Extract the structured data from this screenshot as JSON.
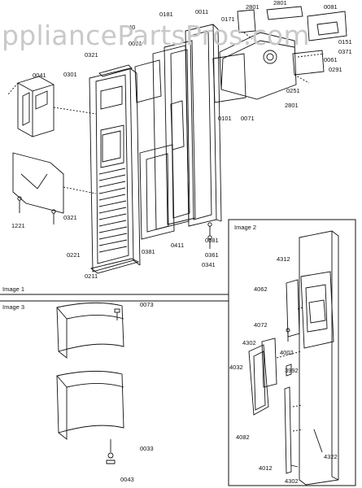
{
  "watermark": "ppliancePartsPros.com",
  "panels": {
    "image1": "Image 1",
    "image2": "Image 2",
    "image3": "Image 3"
  },
  "callouts": {
    "p0181": "0181",
    "p0011": "0011",
    "p2801a": "2801",
    "p2801b": "2801",
    "p0081": "0081",
    "p40": "40",
    "p0091": "0091",
    "p0171": "0171",
    "p0151": "0151",
    "p0321a": "0321",
    "p0371": "0371",
    "p0041": "0041",
    "p0301": "0301",
    "p0061": "0061",
    "p0291": "0291",
    "p0251": "0251",
    "p2801c": "2801",
    "p0101": "0101",
    "p0071": "0071",
    "p0321b": "0321",
    "p1221": "1221",
    "p0221": "0221",
    "p0381": "0381",
    "p0411": "0411",
    "p0081b": "0081",
    "p0361": "0361",
    "p0211": "0211",
    "p0341": "0341",
    "p0073": "0073",
    "p0033": "0033",
    "p0043": "0043",
    "p4312": "4312",
    "p4062": "4062",
    "p4072": "4072",
    "p4302a": "4302",
    "p4032": "4032",
    "p4002": "4002",
    "p3992": "3992",
    "p4082": "4082",
    "p4012": "4012",
    "p4302b": "4302",
    "p4322": "4322"
  }
}
